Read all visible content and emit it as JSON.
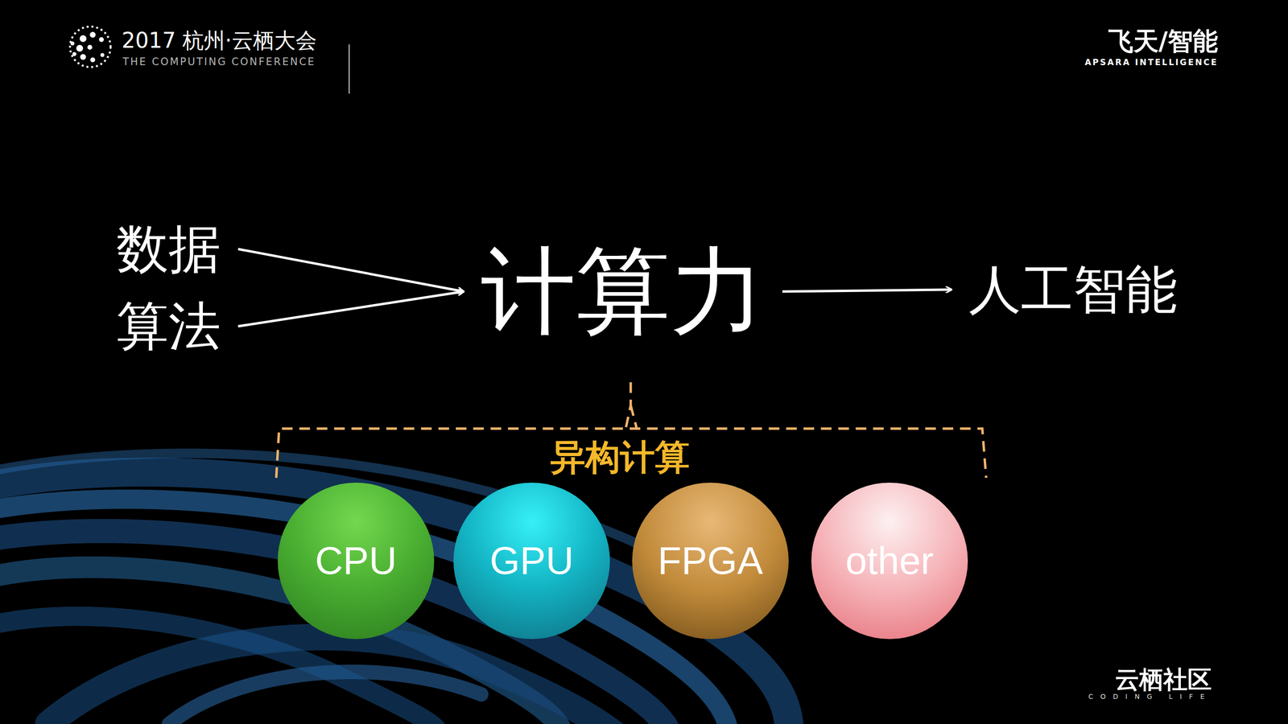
{
  "diagram": {
    "nodes": [
      {
        "text": [
          "数据"
        ]
      },
      {
        "text": [
          "算法"
        ]
      },
      {
        "text": [
          "计算力"
        ]
      },
      {
        "text": [
          "人工智能"
        ]
      },
      {
        "text": [
          "CPU"
        ]
      },
      {
        "text": [
          "GPU"
        ]
      },
      {
        "text": [
          "FPGA"
        ]
      },
      {
        "text": [
          "other"
        ]
      }
    ],
    "edges": [
      {
        "from": 0,
        "to": 2,
        "arrow": "to"
      },
      {
        "from": 1,
        "to": 2,
        "arrow": "to"
      },
      {
        "from": 2,
        "to": 3,
        "arrow": "to"
      }
    ],
    "labels": [
      "2017 杭州·云栖大会",
      "THE COMPUTING CONFERENCE",
      "飞天/智能",
      "APSARA INTELLIGENCE",
      "异构计算",
      "云栖社区",
      "CODING LIFE"
    ]
  }
}
